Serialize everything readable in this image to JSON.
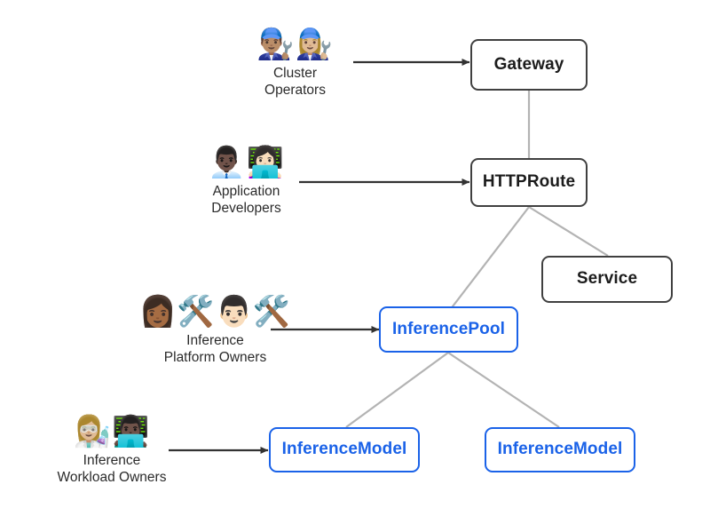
{
  "diagram": {
    "title": "Gateway API Inference Extension personas and resources",
    "background": "#ffffff",
    "colors": {
      "core_border": "#404040",
      "core_text": "#1c1c1c",
      "extension_border": "#1a62e8",
      "extension_text": "#1a62e8",
      "connector": "#b3b3b3",
      "arrow": "#333333",
      "label_text": "#2b2b2b"
    }
  },
  "personas": [
    {
      "id": "cluster-operators",
      "emojis": "👨🏽‍🔧👩🏼‍🔧",
      "emoji_names": "man-mechanic-icon woman-mechanic-icon",
      "label": "Cluster\nOperators",
      "arrow_target": "Gateway"
    },
    {
      "id": "application-developers",
      "emojis": "👨🏿‍💼👩🏻‍💻",
      "emoji_names": "man-office-worker-icon woman-technologist-icon",
      "label": "Application\nDevelopers",
      "arrow_target": "HTTPRoute"
    },
    {
      "id": "inference-platform-owners",
      "emojis": "👩🏾‍🛠️👨🏻‍🛠️",
      "emoji_names": "woman-construction-worker-icon man-construction-worker-icon",
      "label": "Inference\nPlatform Owners",
      "arrow_target": "InferencePool"
    },
    {
      "id": "inference-workload-owners",
      "emojis": "👩🏼‍🔬👨🏿‍💻",
      "emoji_names": "woman-scientist-icon man-technologist-icon",
      "label": "Inference\nWorkload Owners",
      "arrow_target": "InferenceModel"
    }
  ],
  "nodes": [
    {
      "id": "gateway",
      "label": "Gateway",
      "kind": "core"
    },
    {
      "id": "httproute",
      "label": "HTTPRoute",
      "kind": "core"
    },
    {
      "id": "service",
      "label": "Service",
      "kind": "core"
    },
    {
      "id": "inferencepool",
      "label": "InferencePool",
      "kind": "extension"
    },
    {
      "id": "inferencemodel-1",
      "label": "InferenceModel",
      "kind": "extension"
    },
    {
      "id": "inferencemodel-2",
      "label": "InferenceModel",
      "kind": "extension"
    }
  ],
  "connections": [
    {
      "from": "Gateway",
      "to": "HTTPRoute",
      "style": "plain"
    },
    {
      "from": "HTTPRoute",
      "to": "Service",
      "style": "plain"
    },
    {
      "from": "HTTPRoute",
      "to": "InferencePool",
      "style": "plain"
    },
    {
      "from": "InferencePool",
      "to": "InferenceModel",
      "style": "plain"
    },
    {
      "from": "InferencePool",
      "to": "InferenceModel",
      "style": "plain"
    }
  ]
}
